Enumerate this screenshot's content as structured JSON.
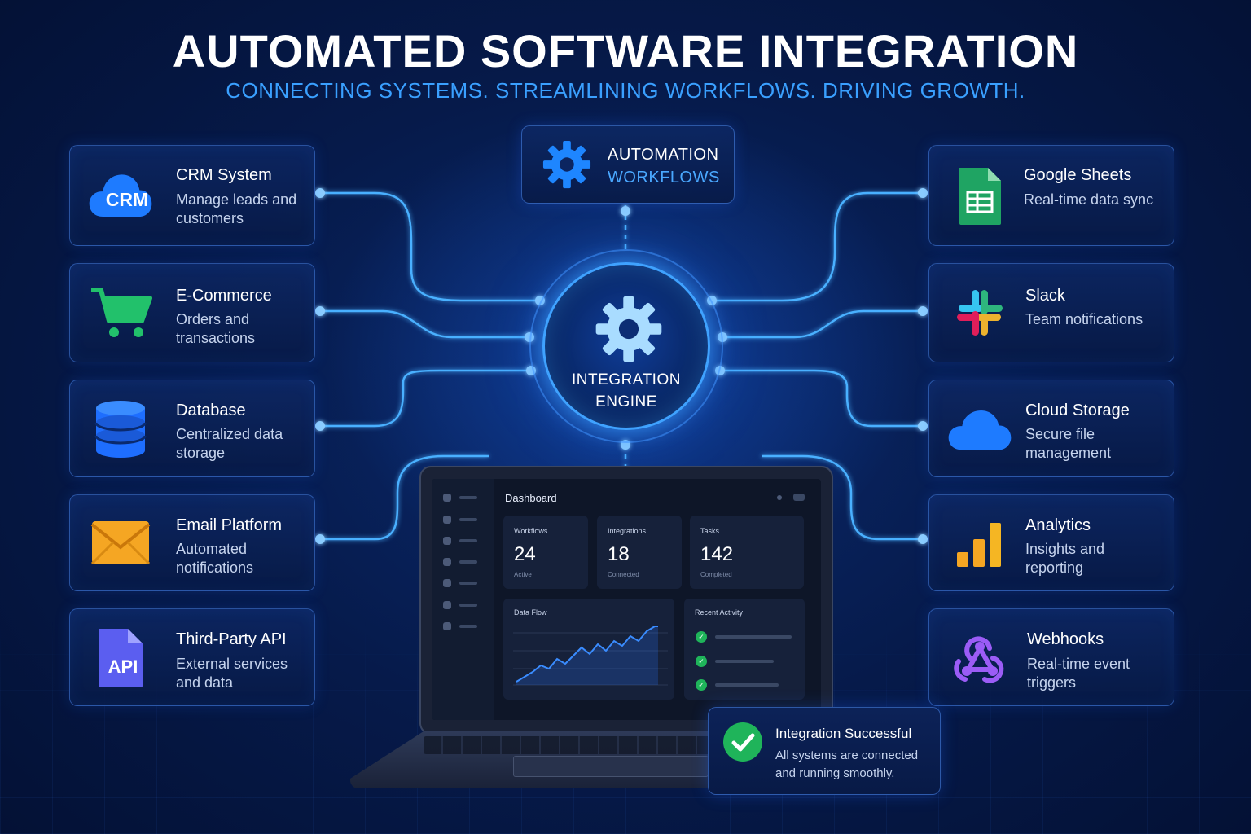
{
  "header": {
    "title": "AUTOMATED SOFTWARE INTEGRATION",
    "subtitle": "CONNECTING SYSTEMS. STREAMLINING WORKFLOWS. DRIVING GROWTH."
  },
  "automation": {
    "line1": "AUTOMATION",
    "line2": "WORKFLOWS"
  },
  "engine": {
    "line1": "INTEGRATION",
    "line2": "ENGINE"
  },
  "left_cards": [
    {
      "title": "CRM System",
      "desc": "Manage leads and customers",
      "icon": "cloud-icon",
      "icon_text": "CRM"
    },
    {
      "title": "E-Commerce",
      "desc": "Orders and transactions",
      "icon": "cart-icon"
    },
    {
      "title": "Database",
      "desc": "Centralized data storage",
      "icon": "database-icon"
    },
    {
      "title": "Email Platform",
      "desc": "Automated notifications",
      "icon": "envelope-icon"
    },
    {
      "title": "Third-Party API",
      "desc": "External services and data",
      "icon": "api-file-icon",
      "icon_text": "API"
    }
  ],
  "right_cards": [
    {
      "title": "Google Sheets",
      "desc": "Real-time data sync",
      "icon": "sheets-icon"
    },
    {
      "title": "Slack",
      "desc": "Team notifications",
      "icon": "slack-icon"
    },
    {
      "title": "Cloud Storage",
      "desc": "Secure file management",
      "icon": "cloud-icon"
    },
    {
      "title": "Analytics",
      "desc": "Insights and reporting",
      "icon": "bar-chart-icon"
    },
    {
      "title": "Webhooks",
      "desc": "Real-time event triggers",
      "icon": "webhook-icon"
    }
  ],
  "dashboard": {
    "title": "Dashboard",
    "tiles": [
      {
        "label": "Workflows",
        "value": "24",
        "sub": "Active"
      },
      {
        "label": "Integrations",
        "value": "18",
        "sub": "Connected"
      },
      {
        "label": "Tasks",
        "value": "142",
        "sub": "Completed"
      }
    ],
    "data_flow_label": "Data Flow",
    "recent_activity_label": "Recent Activity"
  },
  "success": {
    "title": "Integration Successful",
    "desc": "All systems are connected and running smoothly."
  },
  "colors": {
    "accent": "#3aa0ff",
    "wire": "#4ab0ff",
    "success": "#1fb45a",
    "background": "#061a4a"
  }
}
